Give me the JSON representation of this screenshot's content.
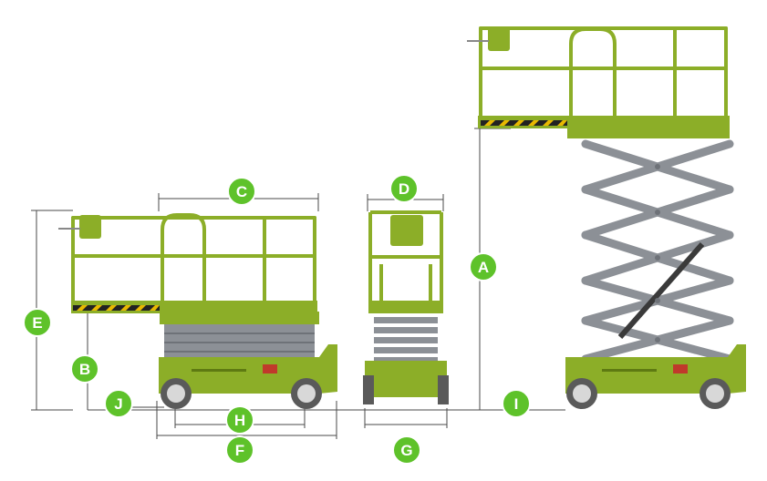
{
  "diagram": {
    "colors": {
      "machine": "#8cae28",
      "machine_dark": "#5e7a12",
      "scissor": "#8c9096",
      "badge": "#5ec22a",
      "dimension_line": "#4a4a4a"
    },
    "labels": {
      "A": "A",
      "B": "B",
      "C": "C",
      "D": "D",
      "E": "E",
      "F": "F",
      "G": "G",
      "H": "H",
      "I": "I",
      "J": "J"
    }
  }
}
